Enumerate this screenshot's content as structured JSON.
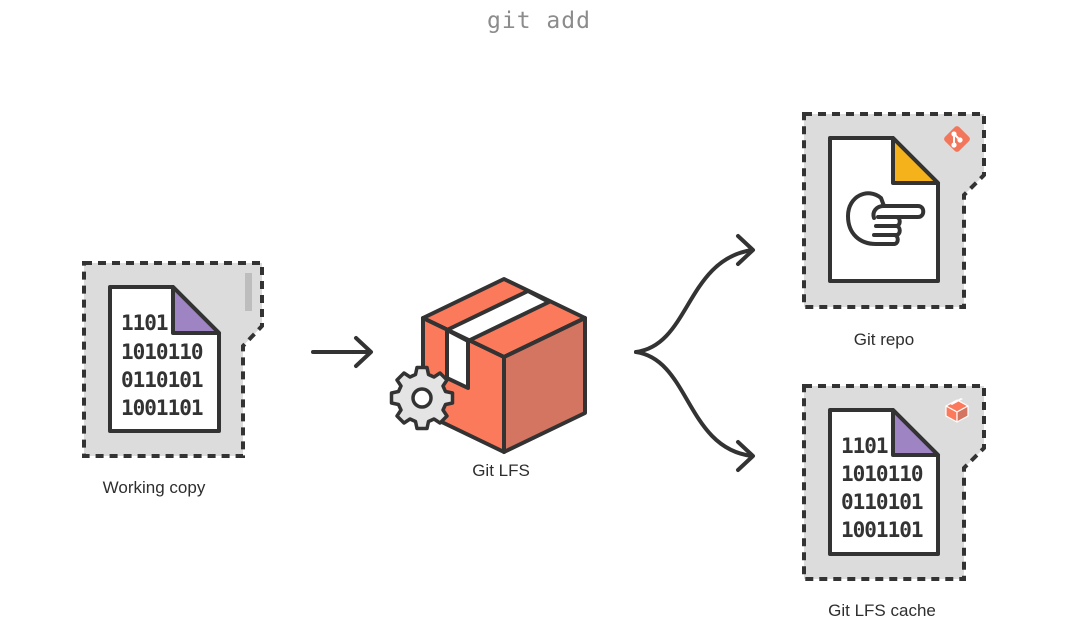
{
  "title": "git add",
  "nodes": {
    "working_copy": {
      "label": "Working copy",
      "binary_lines": [
        "1101",
        "1010110",
        "0110101",
        "1001101"
      ]
    },
    "git_lfs": {
      "label": "Git LFS"
    },
    "git_repo": {
      "label": "Git repo"
    },
    "git_lfs_cache": {
      "label": "Git LFS cache",
      "binary_lines": [
        "1101",
        "1010110",
        "0110101",
        "1001101"
      ]
    }
  },
  "colors": {
    "outline": "#333333",
    "card_fill": "#dcdcdc",
    "paper": "#ffffff",
    "binary_corner": "#9f84c3",
    "pointer_corner": "#f6b21b",
    "box_orange": "#fb7a5c",
    "box_side": "#d37561",
    "git_badge": "#f2765b",
    "gear": "#e4e4e4",
    "title": "#8c8c8c"
  },
  "icons": [
    "file-binary-icon",
    "package-box-icon",
    "gear-icon",
    "pointer-file-icon",
    "git-logo-icon",
    "lfs-box-icon",
    "arrow-right-icon",
    "branch-arrows-icon"
  ]
}
